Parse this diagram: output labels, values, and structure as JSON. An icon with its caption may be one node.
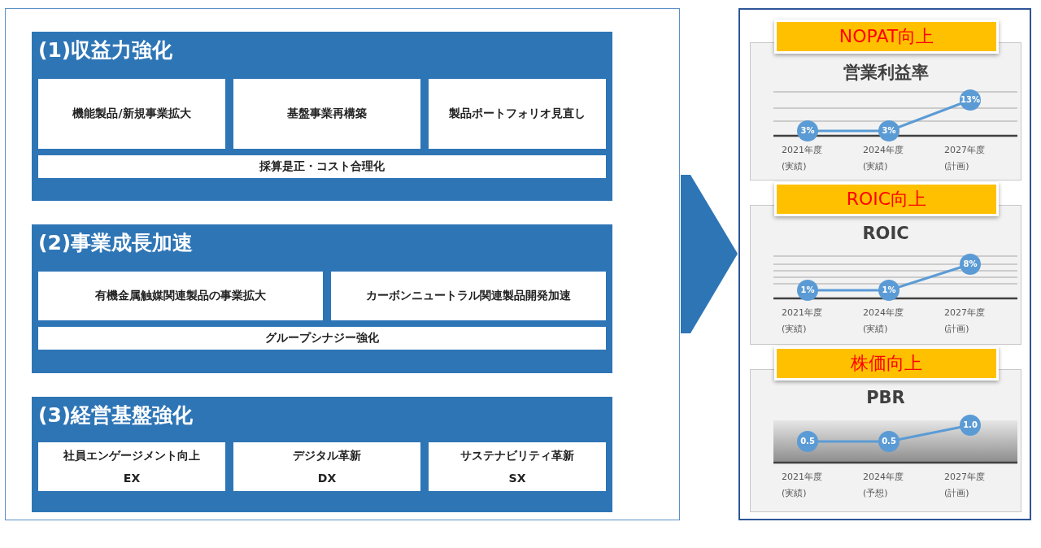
{
  "diagram": {
    "nodes": [
      {
        "text": [],
        "shape": "box"
      },
      {
        "text": [
          "(1)収益力強化"
        ],
        "in": 0
      },
      {
        "text": [
          "機能製品/新規事業拡大"
        ],
        "in": 1
      },
      {
        "text": [
          "基盤事業再構築"
        ],
        "in": 1
      },
      {
        "text": [
          "製品ポートフォリオ見直し"
        ],
        "in": 1
      },
      {
        "text": [
          "採算是正・コスト合理化"
        ],
        "in": 1
      },
      {
        "text": [
          "(2)事業成長加速"
        ],
        "in": 0
      },
      {
        "text": [
          "有機金属触媒関連製品の事業拡大"
        ],
        "in": 6
      },
      {
        "text": [
          "カーボンニュートラル関連製品開発加速"
        ],
        "in": 6
      },
      {
        "text": [
          "グループシナジー強化"
        ],
        "in": 6
      },
      {
        "text": [
          "(3)経営基盤強化"
        ],
        "in": 0
      },
      {
        "text": [
          "社員エンゲージメント向上",
          "EX"
        ],
        "in": 10
      },
      {
        "text": [
          "デジタル革新",
          "DX"
        ],
        "in": 10
      },
      {
        "text": [
          "サステナビリティ革新",
          "SX"
        ],
        "in": 10
      },
      {
        "text": [],
        "shape": "box"
      },
      {
        "text": [
          "NOPAT向上"
        ],
        "in": 14
      },
      {
        "text": [
          "営業利益率",
          "3%",
          "3%",
          "13%",
          "2021年度 (実績)",
          "2024年度 (実績)",
          "2027年度 (計画)"
        ],
        "in": 14
      },
      {
        "text": [
          "ROIC向上"
        ],
        "in": 14
      },
      {
        "text": [
          "ROIC",
          "1%",
          "1%",
          "8%",
          "2021年度 (実績)",
          "2024年度 (実績)",
          "2027年度 (計画)"
        ],
        "in": 14
      },
      {
        "text": [
          "株価向上"
        ],
        "in": 14
      },
      {
        "text": [
          "PBR",
          "0.5",
          "0.5",
          "1.0",
          "2021年度 (実績)",
          "2024年度 (予想)",
          "2027年度 (計画)"
        ],
        "in": 14
      }
    ],
    "edges": [
      {
        "from": 0,
        "to": 14,
        "arrow": "to"
      }
    ]
  }
}
